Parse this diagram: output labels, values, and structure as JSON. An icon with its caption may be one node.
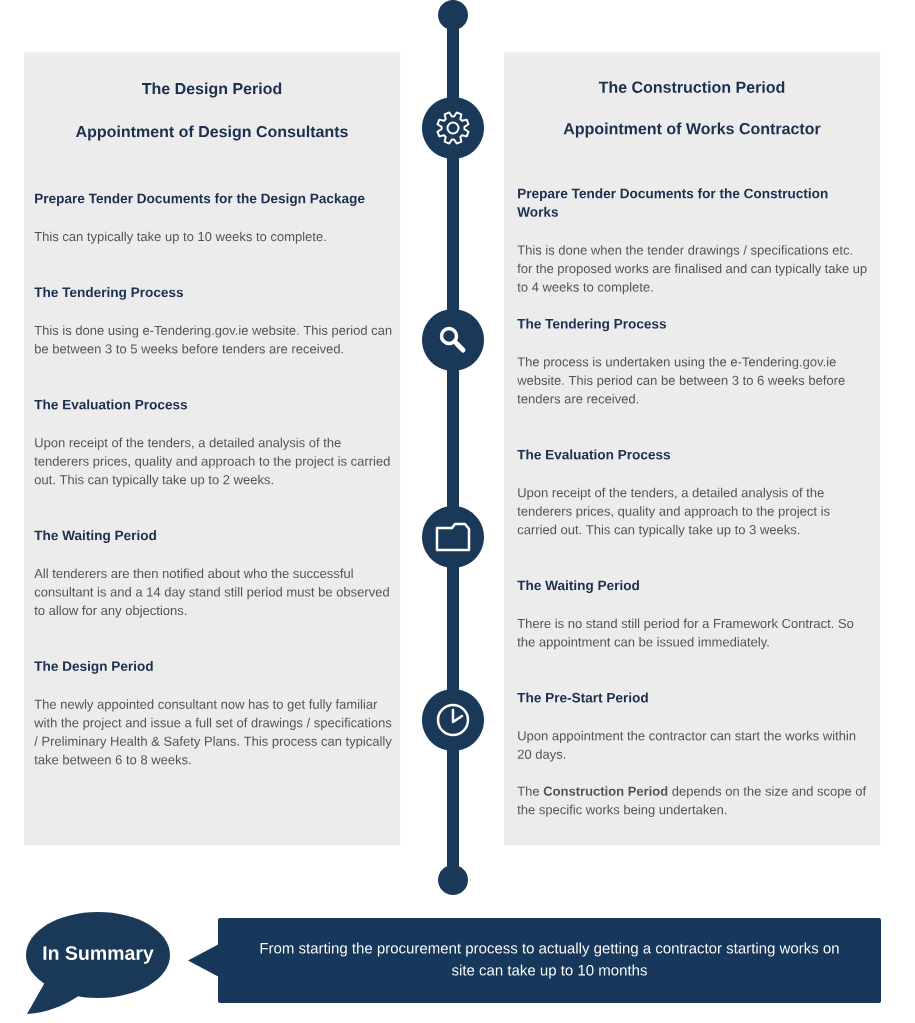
{
  "diagram": {
    "nodes": [
      {
        "text": [
          "The Design Period",
          "Appointment of Design Consultants",
          "Prepare Tender Documents for the Design Package",
          "This can typically take up to 10 weeks to complete.",
          "The Tendering Process",
          "This is done using e-Tendering.gov.ie website. This period can be between 3 to 5 weeks before tenders are received.",
          "The Evaluation Process",
          "Upon receipt of the tenders, a detailed analysis of the tenderers prices, quality and approach to the project is carried out. This can typically take up to 2 weeks.",
          "The Waiting Period",
          "All tenderers are then notified about who the successful consultant is and a 14 day stand still period must be observed to allow for any objections.",
          "The Design Period",
          "The newly appointed consultant now has to get fully familiar with the project and issue a full set of drawings / specifications / Preliminary Health & Safety Plans. This process can typically take between 6 to 8 weeks."
        ]
      },
      {
        "text": [
          "The Construction Period",
          "Appointment of Works Contractor",
          "Prepare Tender Documents for the Construction Works",
          "This is done when the tender drawings / specifications etc. for the proposed works are finalised and can typically take up to 4 weeks to complete.",
          "The Tendering Process",
          "The process is undertaken using the e-Tendering.gov.ie website. This period can be between 3 to 6 weeks before tenders are received.",
          "The Evaluation Process",
          "Upon receipt of the tenders, a detailed analysis of the tenderers prices, quality and approach to the project is carried out. This can typically take up to 3 weeks.",
          "The Waiting Period",
          "There is no stand still period for a Framework Contract. So the appointment can be issued immediately.",
          "The Pre-Start Period",
          "Upon appointment the contractor can start the works within 20 days.",
          "The **Construction Period** depends on the size and scope of the specific works being undertaken."
        ]
      },
      {
        "text": [],
        "shape": "circle"
      },
      {
        "text": [],
        "shape": "circle"
      },
      {
        "text": [],
        "shape": "circle"
      },
      {
        "text": [],
        "shape": "circle"
      },
      {
        "text": [],
        "shape": "circle"
      },
      {
        "text": [],
        "shape": "circle"
      },
      {
        "text": [
          "In Summary"
        ]
      },
      {
        "text": [
          "From starting the procurement process to actually getting a contractor starting works on site can take up to 10 months"
        ]
      }
    ],
    "edges": [
      {
        "from": 2,
        "to": 3,
        "arrow": "none"
      },
      {
        "from": 3,
        "to": 4,
        "arrow": "none"
      },
      {
        "from": 4,
        "to": 5,
        "arrow": "none"
      },
      {
        "from": 5,
        "to": 6,
        "arrow": "none"
      },
      {
        "from": 6,
        "to": 7,
        "arrow": "none"
      }
    ]
  }
}
